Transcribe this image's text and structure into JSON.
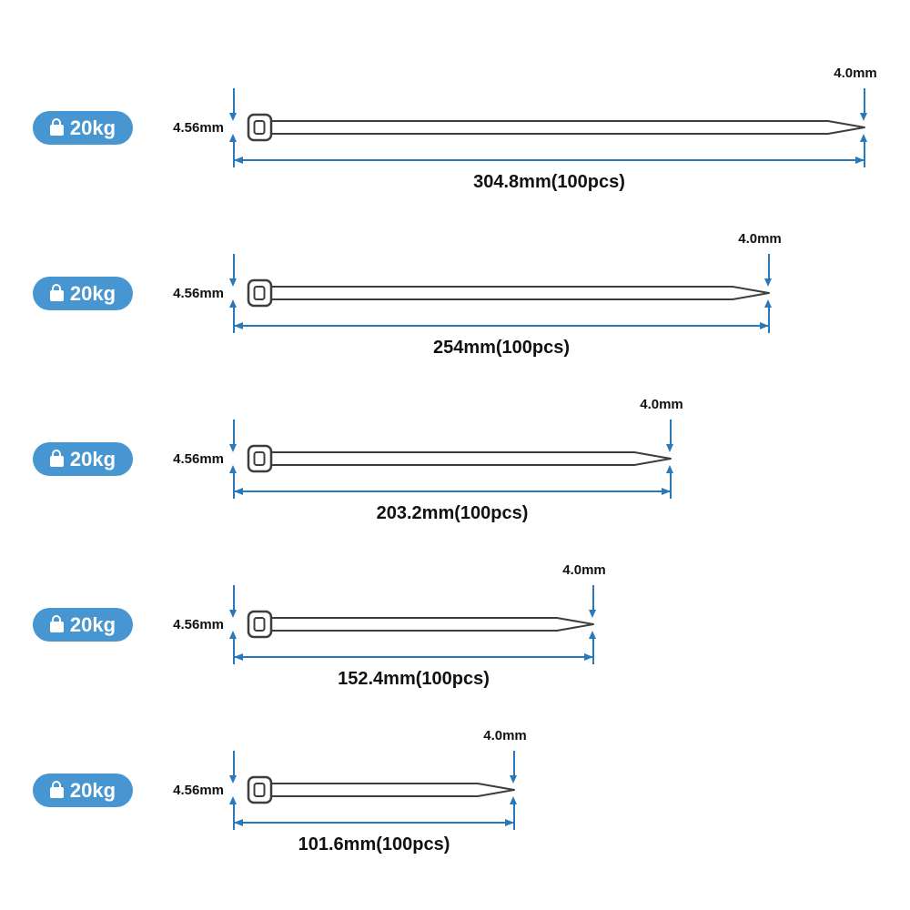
{
  "colors": {
    "badge_blue": "#4796d2",
    "arrow_blue": "#2878be",
    "tie_outline": "#3d3d3d"
  },
  "rows": [
    {
      "weight_label": "20kg",
      "height_label": "4.56mm",
      "tip_width_label": "4.0mm",
      "length_label": "304.8mm(100pcs)"
    },
    {
      "weight_label": "20kg",
      "height_label": "4.56mm",
      "tip_width_label": "4.0mm",
      "length_label": "254mm(100pcs)"
    },
    {
      "weight_label": "20kg",
      "height_label": "4.56mm",
      "tip_width_label": "4.0mm",
      "length_label": "203.2mm(100pcs)"
    },
    {
      "weight_label": "20kg",
      "height_label": "4.56mm",
      "tip_width_label": "4.0mm",
      "length_label": "152.4mm(100pcs)"
    },
    {
      "weight_label": "20kg",
      "height_label": "4.56mm",
      "tip_width_label": "4.0mm",
      "length_label": "101.6mm(100pcs)"
    }
  ]
}
